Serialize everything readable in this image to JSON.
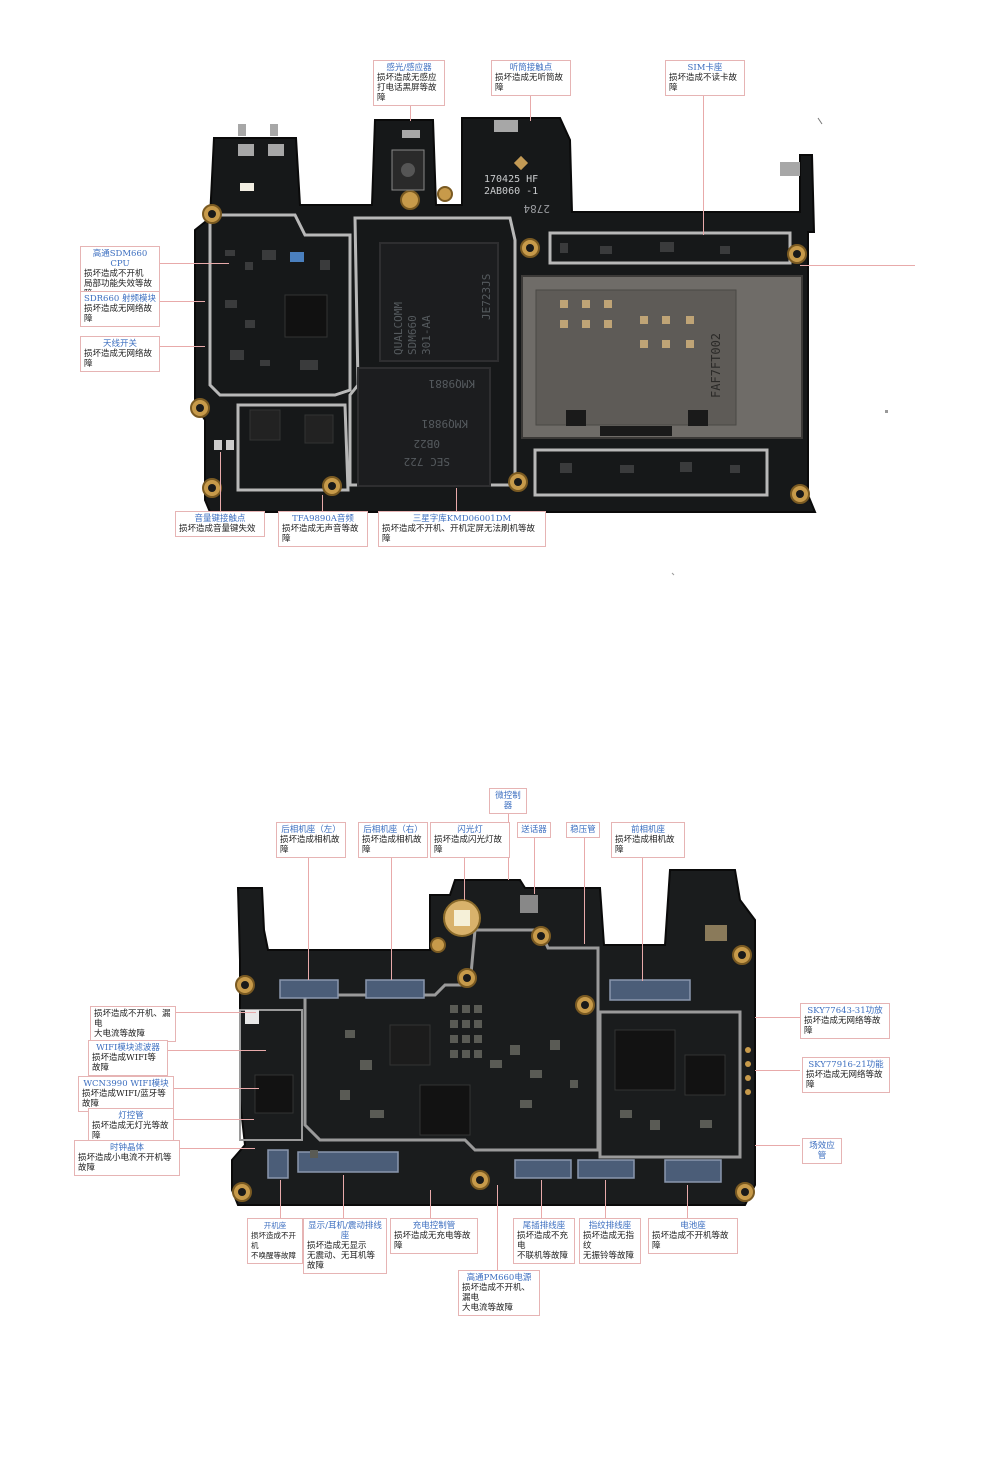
{
  "top_board": {
    "chip_cpu_text": [
      "QUALCOMM",
      "SDM660",
      "301-AA",
      "JE723JS"
    ],
    "chip_mem_text": [
      "KMQ9881",
      "KMQ9881",
      "0B22",
      "SEC 722"
    ],
    "board_code_text": [
      "170425 HF",
      "2AB060 -1",
      "2784"
    ],
    "sim_tray_text": "FAF7FT002",
    "callouts": {
      "light_sensor": {
        "title": "感光/感应器",
        "desc": "损坏造成无感应\n打电话黑屏等故障"
      },
      "earpiece": {
        "title": "听筒接触点",
        "desc": "损坏造成无听筒故障"
      },
      "sim": {
        "title": "SIM卡座",
        "desc": "损坏造成不读卡故障"
      },
      "cpu": {
        "title": "高通SDM660 CPU",
        "desc": "损坏造成不开机\n局部功能失效等故障"
      },
      "rf": {
        "title": "SDR660 射频模块",
        "desc": "损坏造成无网络故障"
      },
      "antenna_switch": {
        "title": "天线开关",
        "desc": "损坏造成无网络故障"
      },
      "volume": {
        "title": "音量键接触点",
        "desc": "损坏造成音量键失效"
      },
      "audio": {
        "title": "TFA9890A音频",
        "desc": "损坏造成无声音等故障"
      },
      "emmc": {
        "title": "三星字库KMD06001DM",
        "desc": "损坏造成不开机、开机定屏无法刷机等故障"
      }
    }
  },
  "bottom_board": {
    "callouts": {
      "micro_controller": {
        "title": "微控制器",
        "desc": ""
      },
      "rear_cam_left": {
        "title": "后相机座（左）",
        "desc": "损坏造成相机故障"
      },
      "rear_cam_right": {
        "title": "后相机座（右）",
        "desc": "损坏造成相机故障"
      },
      "flash": {
        "title": "闪光灯",
        "desc": "损坏造成闪光灯故障"
      },
      "mic": {
        "title": "送话器",
        "desc": ""
      },
      "regulator": {
        "title": "稳压管",
        "desc": ""
      },
      "front_cam": {
        "title": "前相机座",
        "desc": "损坏造成相机故障"
      },
      "power_leak": {
        "title": "",
        "desc": "损坏造成不开机、漏电\n大电流等故障"
      },
      "wifi_filter": {
        "title": "WIFI模块滤波器",
        "desc": "损坏造成WIFI等故障"
      },
      "wifi_module": {
        "title": "WCN3990 WIFI模块",
        "desc": "损坏造成WIFI/蓝牙等故障"
      },
      "led_tube": {
        "title": "灯控管",
        "desc": "损坏造成无灯光等故障"
      },
      "crystal": {
        "title": "时钟晶体",
        "desc": "损坏造成小电流不开机等故障"
      },
      "pa1": {
        "title": "SKY77643-31功放",
        "desc": "损坏造成无网络等故障"
      },
      "pa2": {
        "title": "SKY77916-21功能",
        "desc": "损坏造成无网络等故障"
      },
      "fet": {
        "title": "场效应管",
        "desc": ""
      },
      "power_key": {
        "title": "开机座",
        "desc": "损坏造成不开机\n不唤醒等故障"
      },
      "display_conn": {
        "title": "显示/耳机/震动排线座",
        "desc": "损坏造成无显示\n无震动、无耳机等故障"
      },
      "charge_ic": {
        "title": "充电控制管",
        "desc": "损坏造成无充电等故障"
      },
      "tail_conn": {
        "title": "尾插排线座",
        "desc": "损坏造成不充电\n不联机等故障"
      },
      "fingerprint": {
        "title": "指纹排线座",
        "desc": "损坏造成无指纹\n无振铃等故障"
      },
      "battery": {
        "title": "电池座",
        "desc": "损坏造成不开机等故障"
      },
      "pmic": {
        "title": "高通PM660电源",
        "desc": "损坏造成不开机、漏电\n大电流等故障"
      }
    }
  }
}
